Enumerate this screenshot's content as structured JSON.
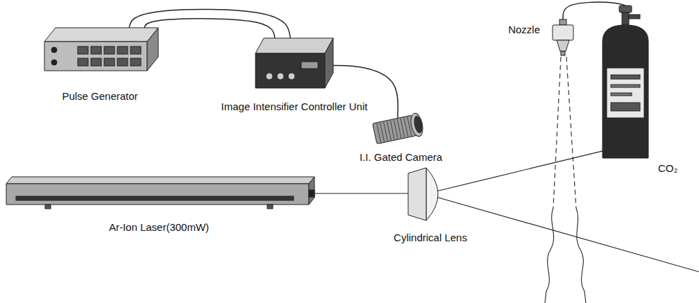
{
  "diagram": {
    "nodes": [
      {
        "text": [
          "Pulse Generator"
        ]
      },
      {
        "text": [
          "Image Intensifier Controller Unit"
        ]
      },
      {
        "text": [
          "Nozzle"
        ]
      },
      {
        "text": [
          "CO₂"
        ]
      },
      {
        "text": [
          "I.I. Gated Camera"
        ]
      },
      {
        "text": [
          "Ar-Ion Laser(300mW)"
        ]
      },
      {
        "text": [
          "Cylindrical Lens"
        ]
      }
    ],
    "edges": [
      {
        "from": 0,
        "to": 1,
        "arrow": "none"
      },
      {
        "from": 0,
        "to": 1,
        "arrow": "none"
      },
      {
        "from": 1,
        "to": 4,
        "arrow": "none"
      },
      {
        "from": 5,
        "to": 6,
        "arrow": "none"
      },
      {
        "from": 2,
        "to": 3,
        "arrow": "none"
      }
    ]
  }
}
